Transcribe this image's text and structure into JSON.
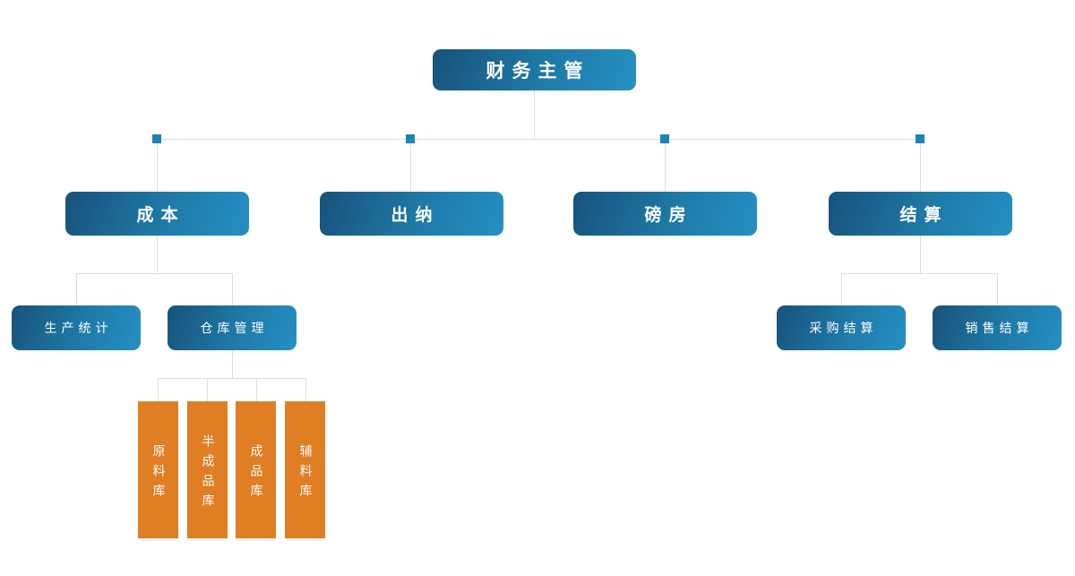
{
  "org": {
    "root": {
      "label": "财务主管"
    },
    "departments": [
      {
        "label": "成本"
      },
      {
        "label": "出纳"
      },
      {
        "label": "磅房"
      },
      {
        "label": "结算"
      }
    ],
    "cost_children": [
      {
        "label": "生产统计"
      },
      {
        "label": "仓库管理"
      }
    ],
    "warehouse_children": [
      {
        "label": "原料库"
      },
      {
        "label": "半成品库"
      },
      {
        "label": "成品库"
      },
      {
        "label": "辅料库"
      }
    ],
    "settlement_children": [
      {
        "label": "采购结算"
      },
      {
        "label": "销售结算"
      }
    ]
  },
  "colors": {
    "node_gradient_start": "#17527a",
    "node_gradient_end": "#2590c3",
    "warehouse_node": "#e07e23",
    "connector_line": "#dcdcdc",
    "junction_marker": "#2183b4",
    "node_text": "#ffffff",
    "background": "#ffffff"
  }
}
